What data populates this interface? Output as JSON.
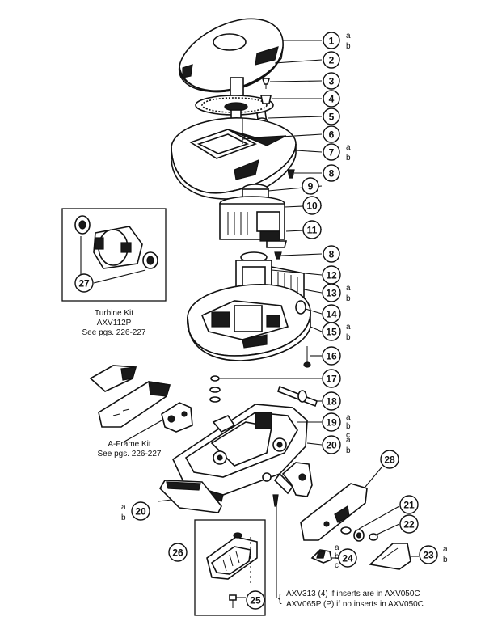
{
  "callouts": [
    {
      "id": "c1",
      "num": "1",
      "sub": [
        "a",
        "b"
      ]
    },
    {
      "id": "c2",
      "num": "2",
      "sub": []
    },
    {
      "id": "c3",
      "num": "3",
      "sub": []
    },
    {
      "id": "c4",
      "num": "4",
      "sub": []
    },
    {
      "id": "c5",
      "num": "5",
      "sub": []
    },
    {
      "id": "c6",
      "num": "6",
      "sub": []
    },
    {
      "id": "c7",
      "num": "7",
      "sub": [
        "a",
        "b"
      ]
    },
    {
      "id": "c8a",
      "num": "8",
      "sub": []
    },
    {
      "id": "c9",
      "num": "9",
      "sub": []
    },
    {
      "id": "c10",
      "num": "10",
      "sub": []
    },
    {
      "id": "c11",
      "num": "11",
      "sub": []
    },
    {
      "id": "c8b",
      "num": "8",
      "sub": []
    },
    {
      "id": "c12",
      "num": "12",
      "sub": []
    },
    {
      "id": "c13",
      "num": "13",
      "sub": [
        "a",
        "b"
      ]
    },
    {
      "id": "c14",
      "num": "14",
      "sub": []
    },
    {
      "id": "c15",
      "num": "15",
      "sub": [
        "a",
        "b"
      ]
    },
    {
      "id": "c16",
      "num": "16",
      "sub": []
    },
    {
      "id": "c17",
      "num": "17",
      "sub": []
    },
    {
      "id": "c18",
      "num": "18",
      "sub": []
    },
    {
      "id": "c19",
      "num": "19",
      "sub": [
        "a",
        "b",
        "c"
      ]
    },
    {
      "id": "c20a",
      "num": "20",
      "sub": [
        "a",
        "b"
      ]
    },
    {
      "id": "c28",
      "num": "28",
      "sub": []
    },
    {
      "id": "c20b",
      "num": "20",
      "sub": [
        "a",
        "b"
      ]
    },
    {
      "id": "c21",
      "num": "21",
      "sub": []
    },
    {
      "id": "c22",
      "num": "22",
      "sub": []
    },
    {
      "id": "c23",
      "num": "23",
      "sub": [
        "a",
        "b"
      ]
    },
    {
      "id": "c24",
      "num": "24",
      "sub": [
        "a",
        "b",
        "c"
      ]
    },
    {
      "id": "c26",
      "num": "26",
      "sub": []
    },
    {
      "id": "c25",
      "num": "25",
      "sub": []
    },
    {
      "id": "c27",
      "num": "27",
      "sub": []
    }
  ],
  "turbine_kit": {
    "line1": "Turbine Kit",
    "line2": "AXV112P",
    "line3": "See pgs. 226-227"
  },
  "aframe_kit": {
    "line1": "A-Frame Kit",
    "line2": "See pgs. 226-227"
  },
  "footnote": {
    "line1": "AXV313 (4) if inserts are in AXV050C",
    "line2": "AXV065P (P) if no inserts in AXV050C"
  }
}
